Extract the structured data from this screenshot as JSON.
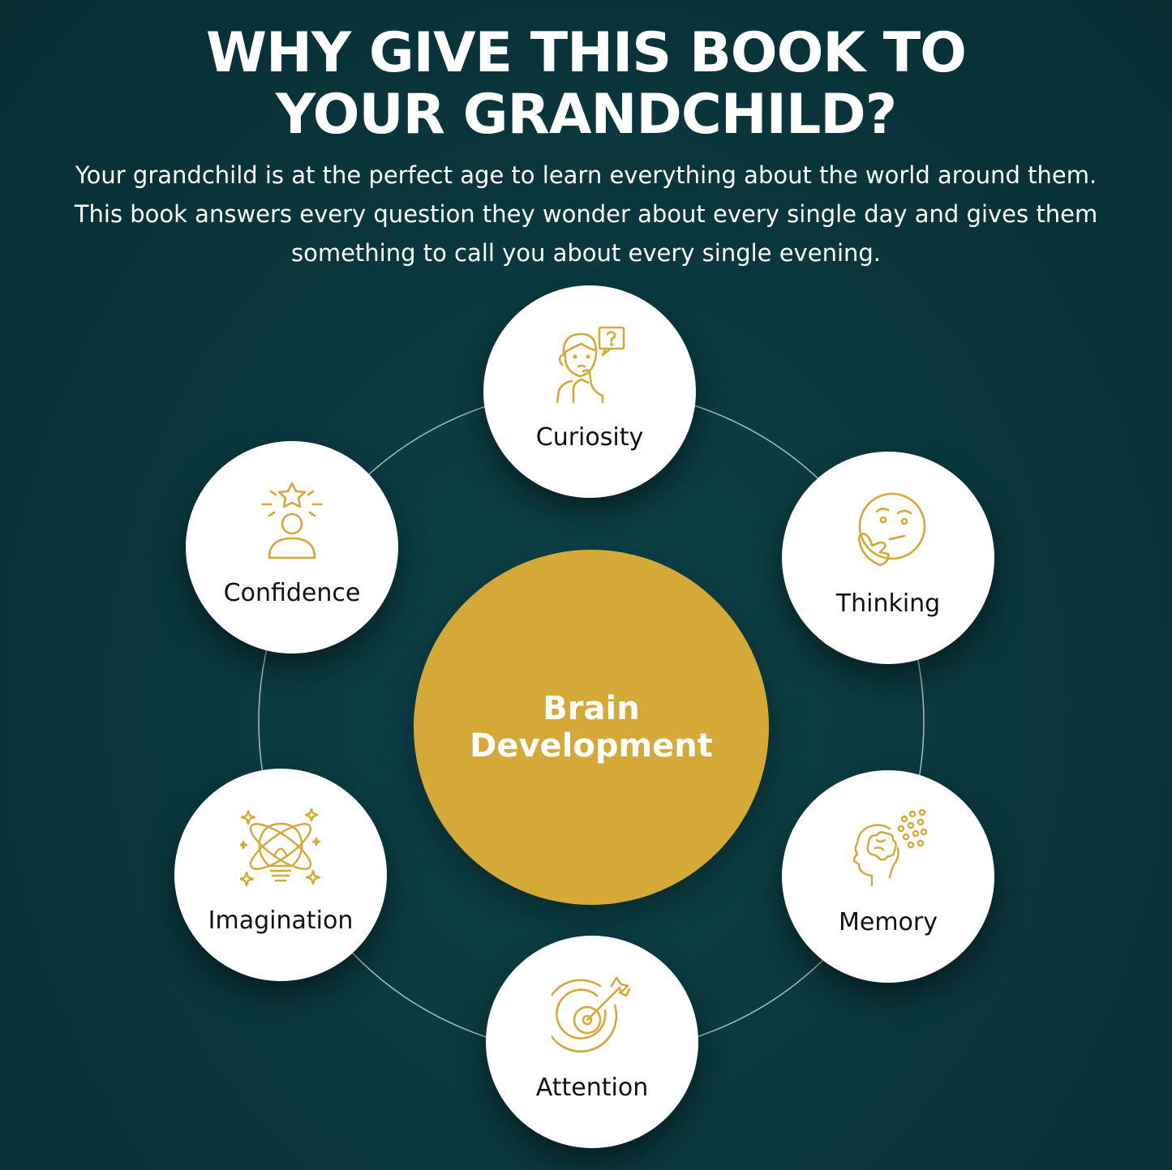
{
  "header": {
    "title_line1": "WHY GIVE THIS BOOK TO",
    "title_line2": "YOUR GRANDCHILD?",
    "subtitle": "Your grandchild is at the perfect age to learn everything about the world around them. This book answers every question they wonder about every single day and gives them something to call you about every single evening."
  },
  "center": {
    "line1": "Brain",
    "line2": "Development"
  },
  "nodes": [
    {
      "label": "Curiosity",
      "icon": "curious-child-icon"
    },
    {
      "label": "Thinking",
      "icon": "thinking-face-icon"
    },
    {
      "label": "Memory",
      "icon": "memory-head-icon"
    },
    {
      "label": "Attention",
      "icon": "target-arrow-icon"
    },
    {
      "label": "Imagination",
      "icon": "lightbulb-orbit-icon"
    },
    {
      "label": "Confidence",
      "icon": "person-star-icon"
    }
  ],
  "colors": {
    "background": "#0a363c",
    "accent_gold": "#d4a937",
    "node_fill": "#ffffff",
    "ring_line": "#c9d3d4"
  }
}
